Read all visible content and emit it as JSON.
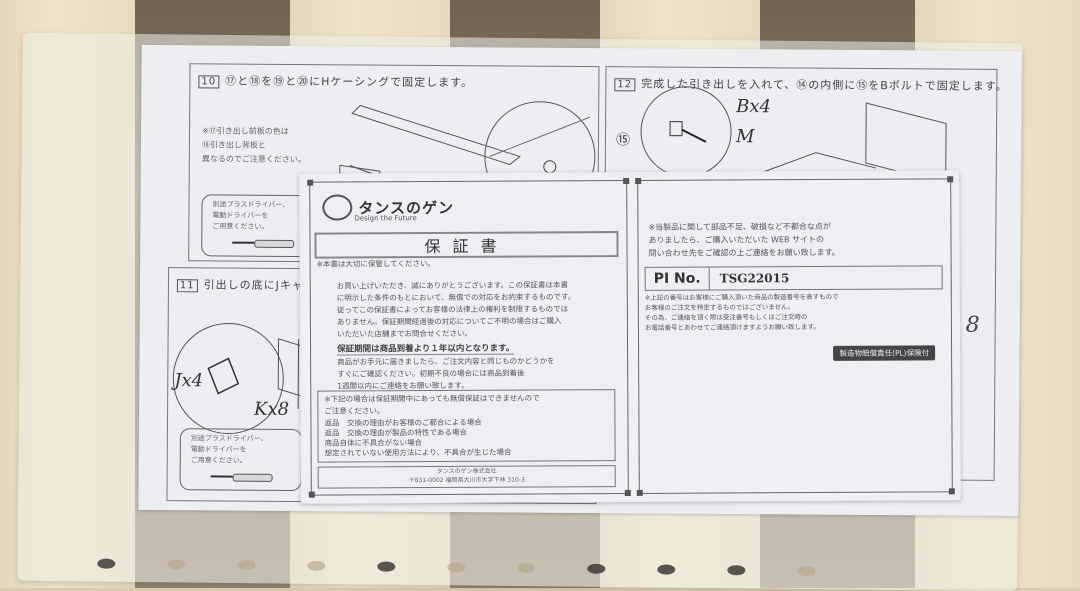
{
  "scene": {
    "description": "Photo of an assembly manual page and warranty card inside a clear plastic sleeve lying on a wooden bed frame",
    "colors": {
      "wood_light": "#e3d7bc",
      "wood_dark": "#7b6e5c",
      "paper": "#eceef2",
      "ink": "#444444",
      "badge_bg": "#444444"
    }
  },
  "manual": {
    "step10": {
      "number": "10",
      "title": "⑰と⑱を⑲と⑳にHケーシングで固定します。",
      "note": "※⑰引き出し前板の色は\n⑱引き出し背板と\n異なるのでご注意ください。",
      "tool_note": "別途プラスドライバー、\n電動ドライバーを\nご用意ください。"
    },
    "step11": {
      "number": "11",
      "title": "引出しの底にJキャスタ",
      "label_j": "Jx4",
      "label_k": "Kx8",
      "tool_note": "別途プラスドライバー、\n電動ドライバーを\nご用意ください。"
    },
    "step12": {
      "number": "12",
      "title": "完成した引き出しを入れて、⑭の内側に⑮をBボルトで固定します。",
      "label_b": "Bx4",
      "label_m": "M",
      "part_ref": "⑮"
    },
    "page_number": "8"
  },
  "warranty_card": {
    "brand": "タンスのゲン",
    "tagline": "Design the Future",
    "title": "保証書",
    "keep_note": "※本書は大切に保管してください。",
    "intro": "お買い上げいただき、誠にありがとうございます。この保証書は本書\nに明示した条件のもとにおいて、無償での対応をお約束するものです。\n従ってこの保証書によってお客様の法律上の権利を制限するものでは\nありません。保証期間経過後の対応についてご不明の場合はご購入\nいただいた店舗までお問合せください。",
    "period_heading": "保証期間は商品到着より１年以内となります。",
    "period_text": "商品がお手元に届きましたら、ご注文内容と同じものかどうかを\nすぐにご確認ください。初期不良の場合には商品到着後\n1週間以内にご連絡をお願い致します。",
    "exclusions_intro": "※下記の場合は保証期間中にあっても無償保証はできませんので\nご注意ください。",
    "exclusions": [
      "返品　交換の理由がお客様のご都合による場合",
      "返品　交換の理由が製品の特性である場合",
      "商品自体に不具合がない場合",
      "想定されていない使用方法により、不具合が生じた場合"
    ],
    "footer_company": "タンスのゲン株式会社",
    "footer_address": "〒831-0002 福岡県大川市大字下林 310-3",
    "defect_note": "※当製品に関して部品不足、破損など不都合な点が\nありましたら、ご購入いただいた WEB サイトの\n問い合わせ先をご確認の上ご連絡をお願い致します。",
    "pl_label": "PI No.",
    "pl_value": "TSG22015",
    "pl_note": "※上記の番号はお客様にご購入頂いた商品の製造番号を表すもので\nお客様のご注文を特定するものではございません。\nその為、ご連絡を頂く際は受注番号もしくはご注文時の\nお電話番号とあわせてご連絡頂けますようお願い致します。",
    "pl_badge": "製造物賠償責任(PL)保険付"
  }
}
